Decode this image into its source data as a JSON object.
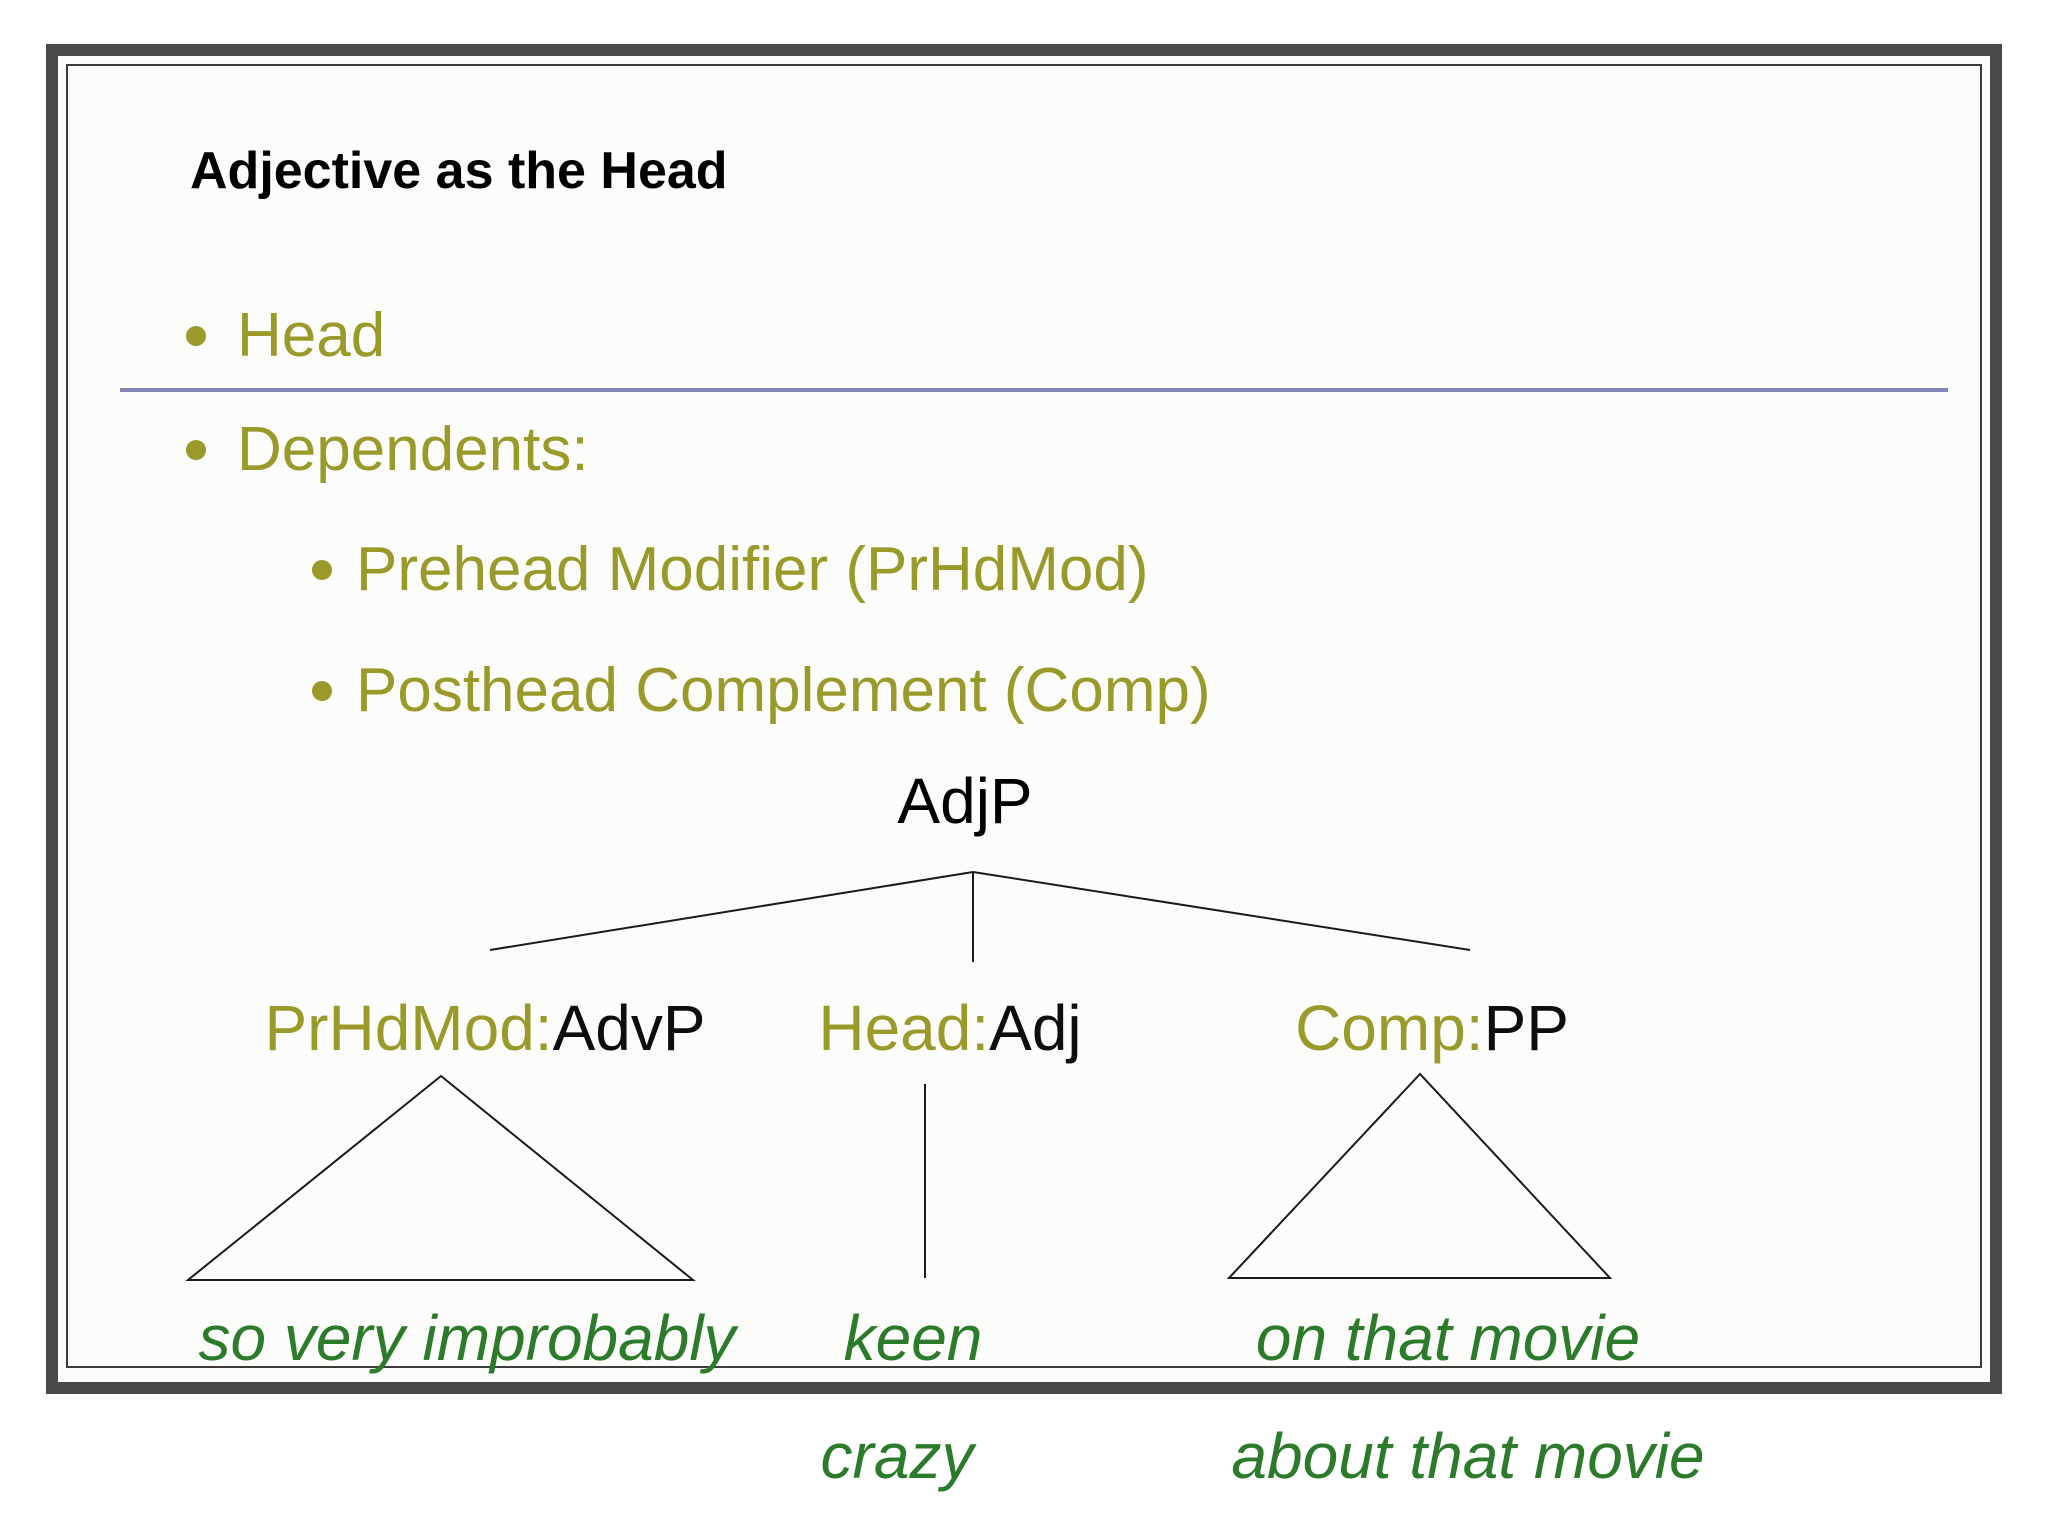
{
  "slide": {
    "title": "Adjective as the Head",
    "bullets": {
      "head": "Head",
      "dependents": "Dependents:",
      "sub1": "Prehead Modifier (PrHdMod)",
      "sub2": "Posthead Complement (Comp)"
    },
    "tree": {
      "root": "AdjP",
      "nodes": [
        {
          "role": "PrHdMod:",
          "cat": "AdvP",
          "leaf": "so very improbably"
        },
        {
          "role": "Head:",
          "cat": "Adj",
          "leaf": "keen"
        },
        {
          "role": "Comp:",
          "cat": "PP",
          "leaf": "on that movie"
        }
      ]
    },
    "extra_examples": {
      "head_alt": "crazy",
      "comp_alt": "about that movie"
    },
    "colors": {
      "olive": "#9a9a2b",
      "green": "#2b7b2b",
      "divider": "#8484b8",
      "frame": "#4a4a4a"
    }
  }
}
